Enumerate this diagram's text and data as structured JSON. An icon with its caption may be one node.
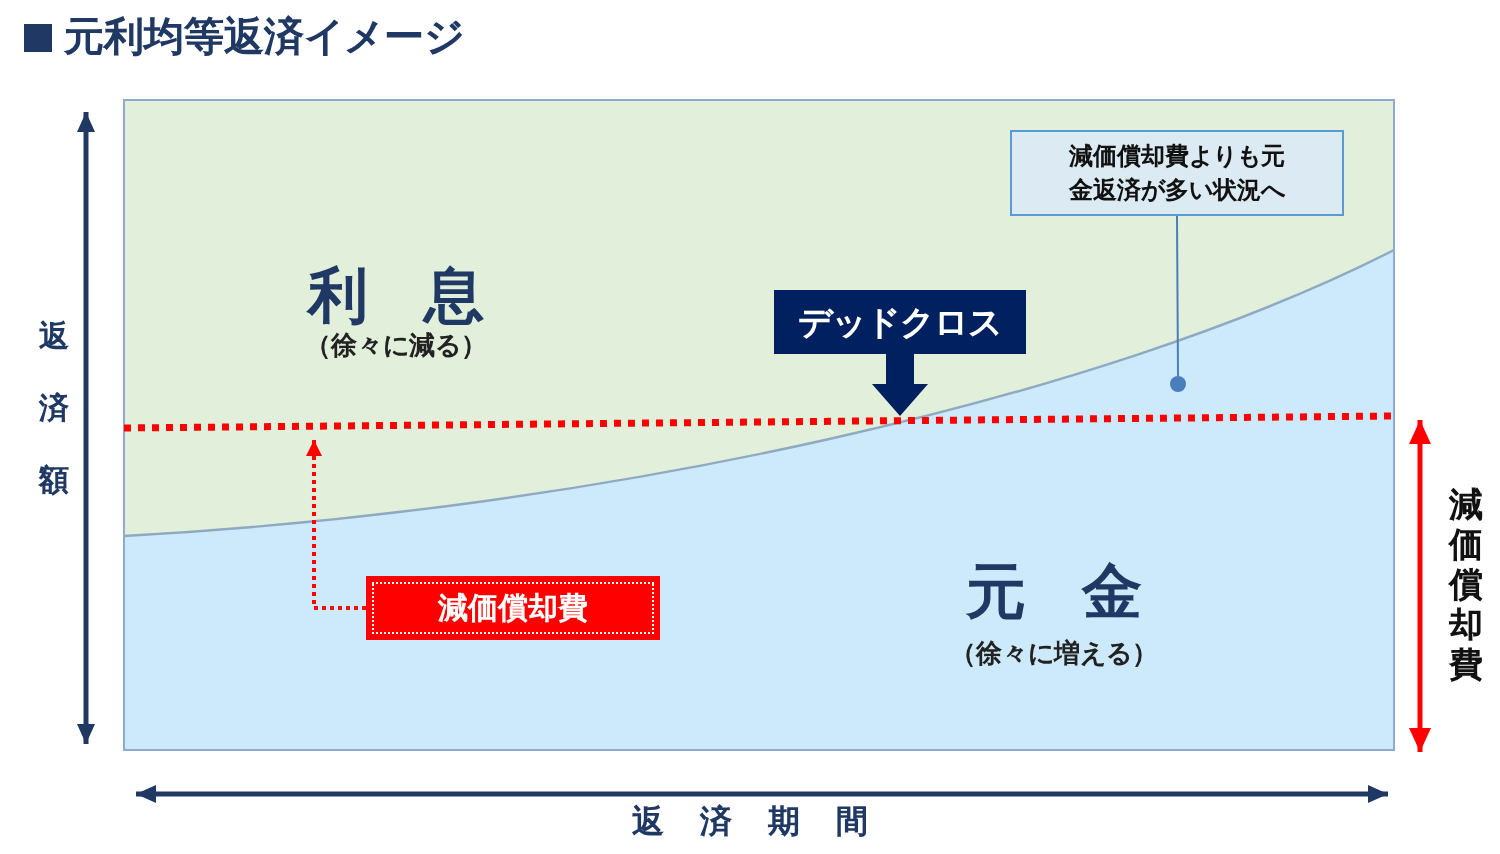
{
  "diagram": {
    "title": "元利均等返済イメージ",
    "nodes": [
      {
        "text": [
          "デッドクロス"
        ]
      },
      {
        "text": [
          "減価償却費よりも元金返済が多い状況へ"
        ]
      },
      {
        "text": [],
        "shape": "circle"
      },
      {
        "text": [
          "減価償却費"
        ]
      }
    ],
    "edges": [
      {
        "from": 0,
        "to": null,
        "arrow": "to",
        "style": "thick",
        "color": "#002060"
      },
      {
        "from": 1,
        "to": 2,
        "arrow": "none",
        "color": "#4a7ebb"
      },
      {
        "from": 3,
        "to": null,
        "arrow": "to",
        "style": "dashed",
        "color": "#ff0000"
      }
    ],
    "labels": [
      "利息",
      "（徐々に減る）",
      "返済額",
      "元金",
      "（徐々に増える）",
      "減価償却費",
      "返済期間"
    ]
  }
}
